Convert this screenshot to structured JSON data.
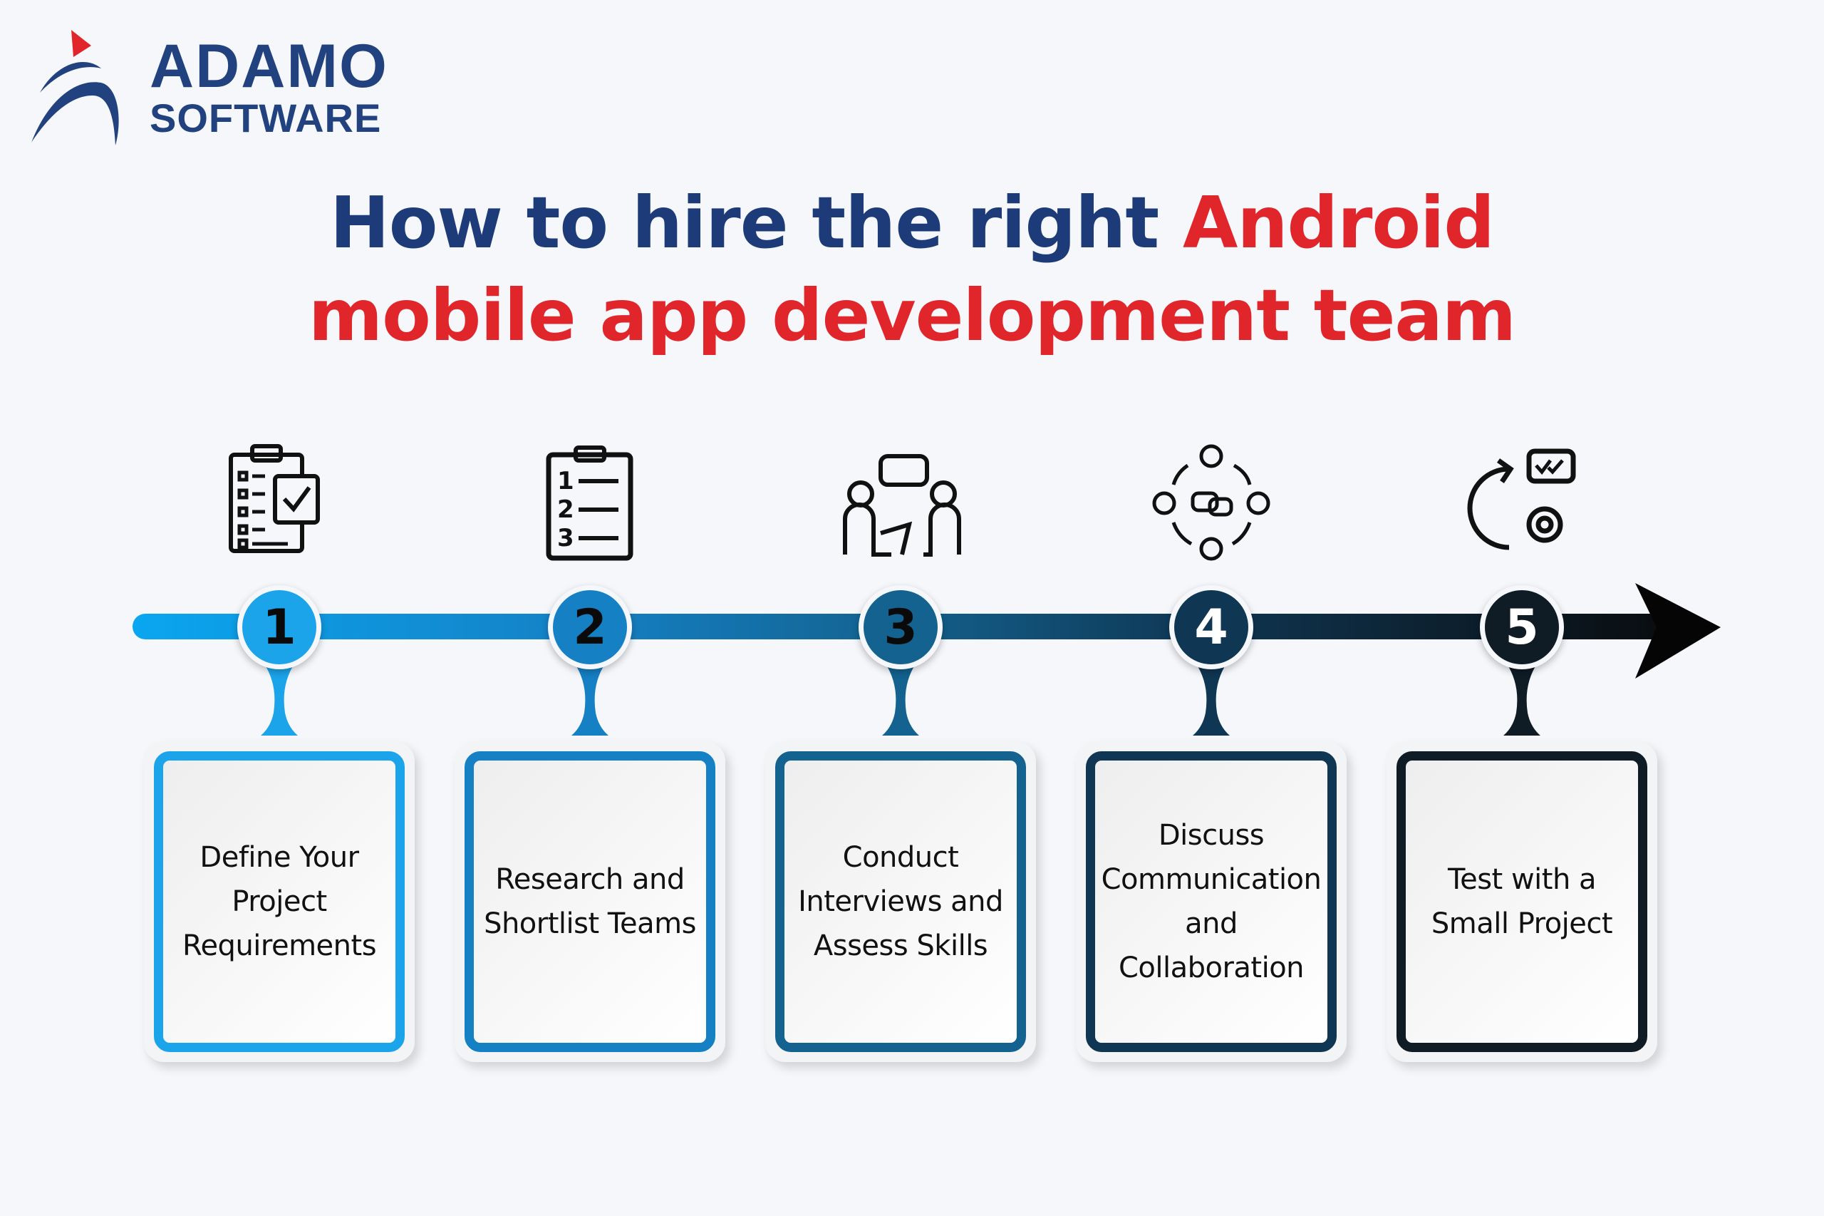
{
  "logo": {
    "line1": "ADAMO",
    "line2": "SOFTWARE"
  },
  "title": {
    "part1": "How to hire the right ",
    "part2": "Android",
    "line2": "mobile app development team"
  },
  "colors": {
    "navy": "#1c3b78",
    "red": "#e0262b"
  },
  "steps": [
    {
      "number": "1",
      "label": "Define Your Project Requirements",
      "icon": "clipboard-checklist-icon",
      "color": "#1ba4ea"
    },
    {
      "number": "2",
      "label": "Research and Shortlist Teams",
      "icon": "numbered-list-clipboard-icon",
      "color": "#1580c4"
    },
    {
      "number": "3",
      "label": "Conduct Interviews and Assess Skills",
      "icon": "interview-icon",
      "color": "#13628f"
    },
    {
      "number": "4",
      "label": "Discuss Communication and Collaboration",
      "icon": "team-communication-icon",
      "color": "#0f3652"
    },
    {
      "number": "5",
      "label": "Test with a Small Project",
      "icon": "test-cycle-gear-icon",
      "color": "#0f1b25"
    }
  ]
}
